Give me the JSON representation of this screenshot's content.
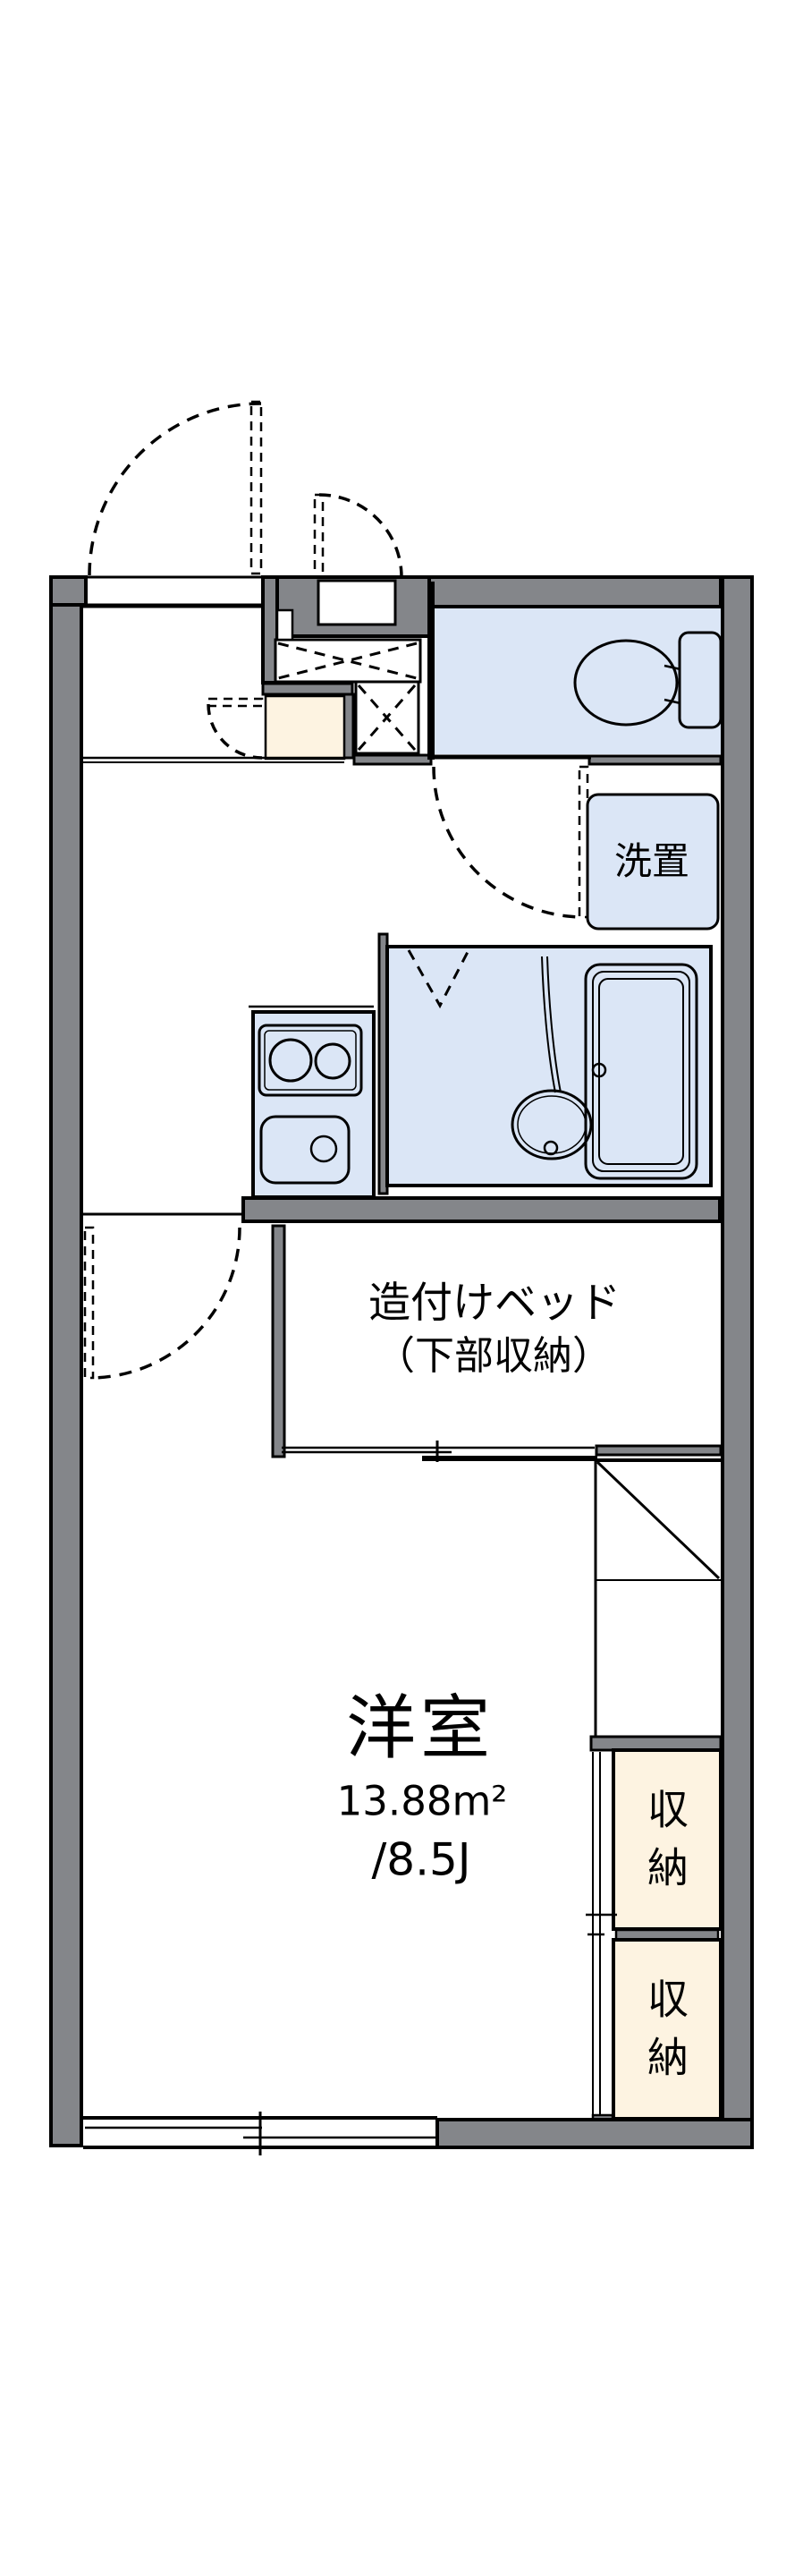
{
  "title": "1K apartment floor plan",
  "labels": {
    "washer_space": "洗置",
    "built_in_bed_line1": "造付けベッド",
    "built_in_bed_line2": "（下部収納）",
    "main_room_name": "洋室",
    "main_room_area_sqm": "13.88m²",
    "main_room_area_tatami": "/8.5J",
    "storage_top": "収納",
    "storage_bottom": "収納"
  },
  "colors": {
    "wall_gray": "#84868a",
    "wet_area_blue": "#dbe6f6",
    "storage_cream": "#fdf3e1",
    "line_black": "#000000",
    "background": "#ffffff"
  }
}
